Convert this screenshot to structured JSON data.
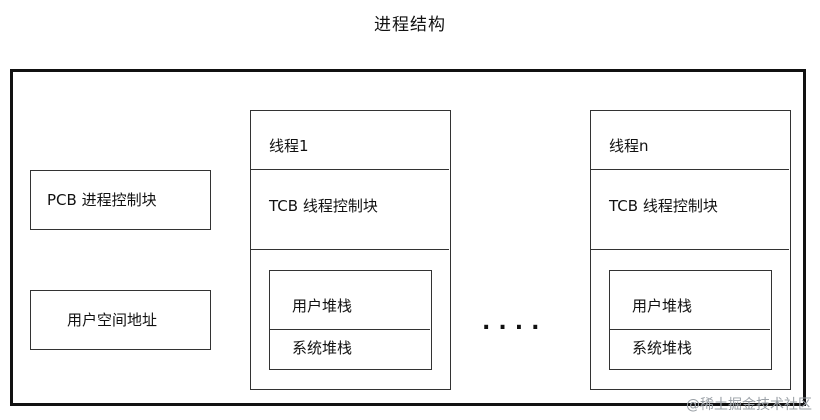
{
  "title": "进程结构",
  "left_boxes": {
    "pcb": "PCB 进程控制块",
    "user_space": "用户空间地址"
  },
  "threads": [
    {
      "name": "线程1",
      "tcb": "TCB 线程控制块",
      "user_stack": "用户堆栈",
      "system_stack": "系统堆栈"
    },
    {
      "name": "线程n",
      "tcb": "TCB 线程控制块",
      "user_stack": "用户堆栈",
      "system_stack": "系统堆栈"
    }
  ],
  "ellipsis": "....",
  "watermark": "@稀土掘金技术社区"
}
